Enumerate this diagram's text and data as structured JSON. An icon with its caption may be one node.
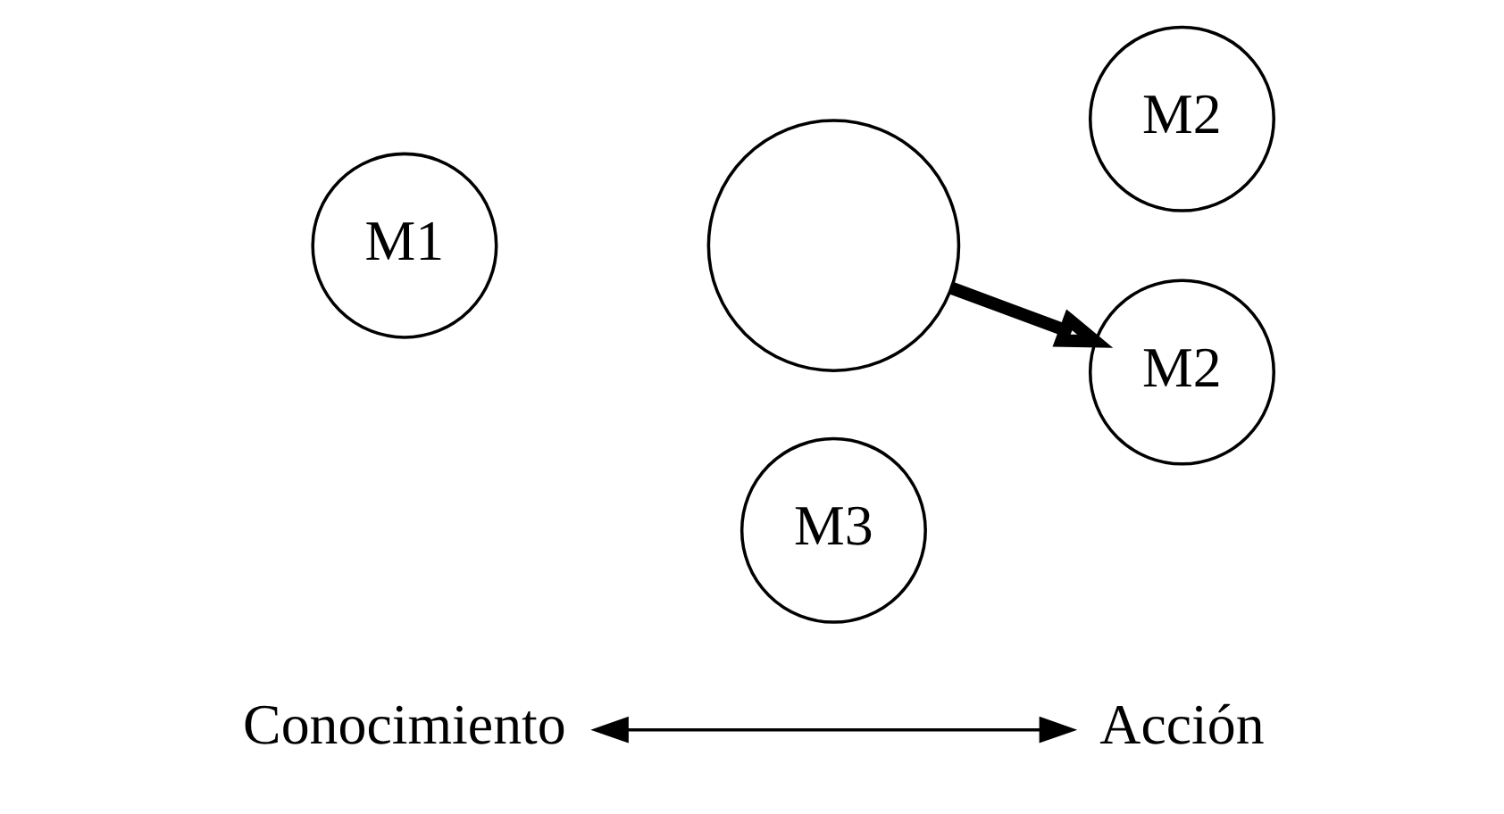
{
  "diagram": {
    "nodes": [
      {
        "text": [],
        "shape": "circle"
      },
      {
        "text": [
          "M1"
        ]
      },
      {
        "text": [
          "M2"
        ]
      },
      {
        "text": [
          "M3"
        ]
      },
      {
        "text": [
          "M2"
        ]
      },
      {
        "text": [
          "Conocimiento"
        ]
      },
      {
        "text": [
          "Acción"
        ]
      }
    ],
    "edges": [
      {
        "from": 0,
        "to": 4,
        "arrow": "to",
        "style": "thick"
      },
      {
        "from": 5,
        "to": 6,
        "arrow": "both"
      }
    ]
  }
}
